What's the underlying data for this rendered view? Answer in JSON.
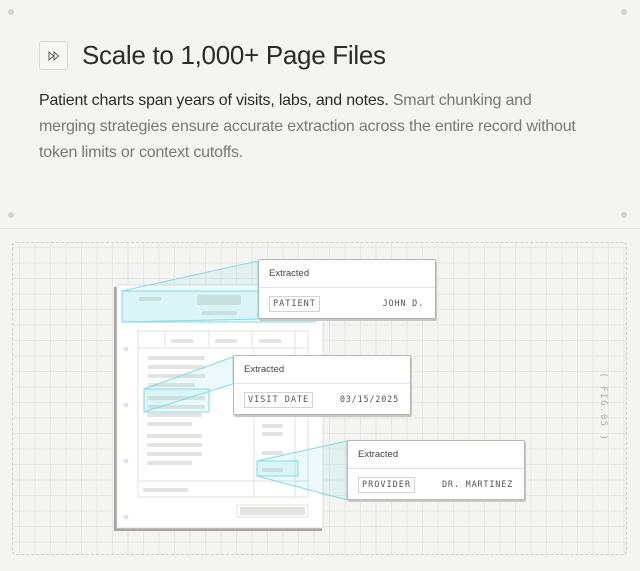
{
  "header": {
    "icon": "fast-forward-icon",
    "title": "Scale to 1,000+ Page Files",
    "description_lead": "Patient charts span years of visits, labs, and notes.",
    "description_rest": " Smart chunking and merging strategies ensure accurate extraction across the entire record without token limits or context cutoffs."
  },
  "figure": {
    "label": "( FIG.05 )",
    "highlight_color": "#7fdce4",
    "cards": [
      {
        "heading": "Extracted",
        "field": "PATIENT",
        "value": "JOHN D."
      },
      {
        "heading": "Extracted",
        "field": "VISIT DATE",
        "value": "03/15/2025"
      },
      {
        "heading": "Extracted",
        "field": "PROVIDER",
        "value": "DR. MARTINEZ"
      }
    ]
  }
}
